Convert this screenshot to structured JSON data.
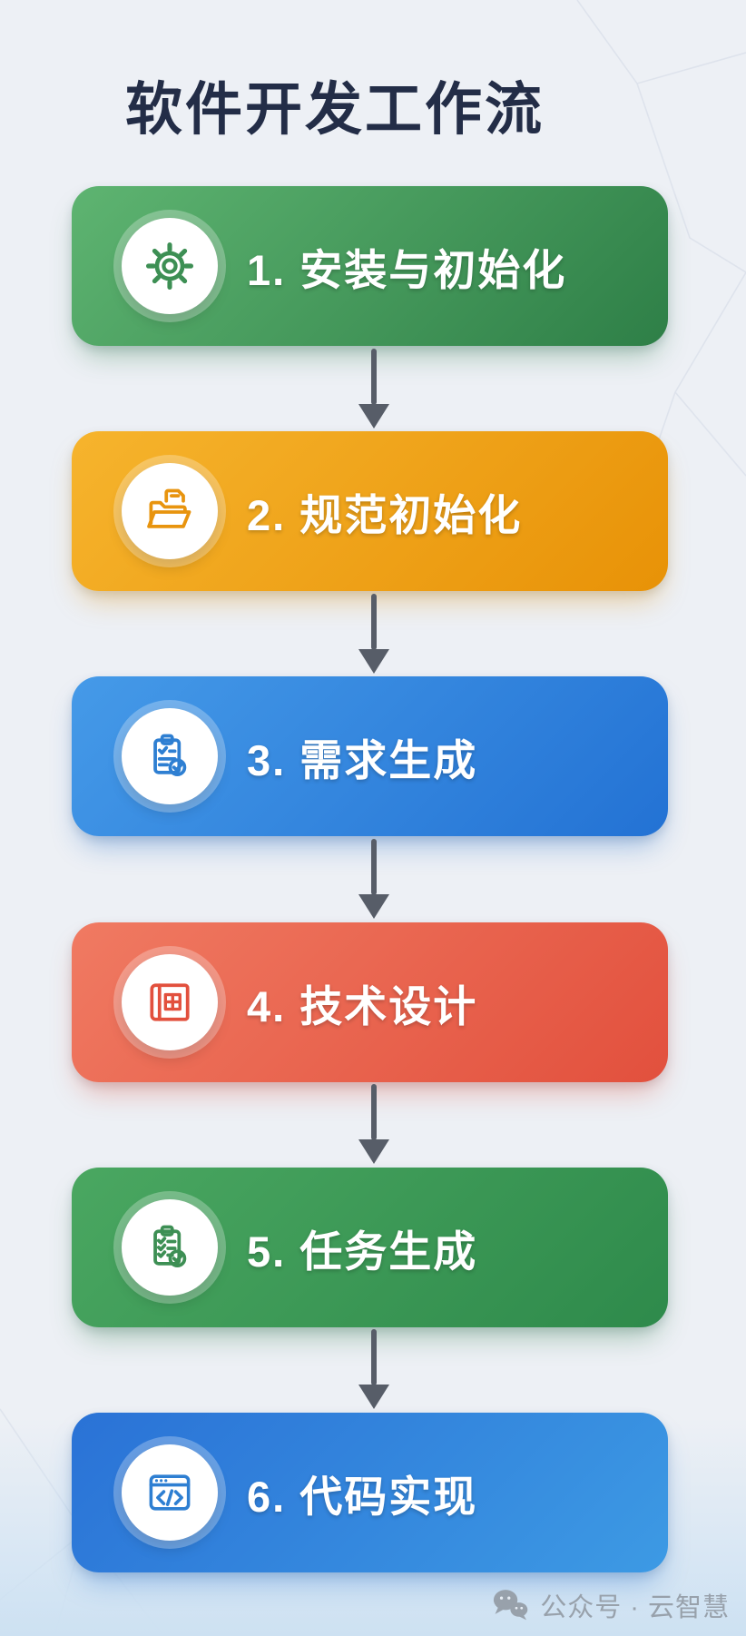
{
  "page": {
    "title": "软件开发工作流",
    "title_color": "#232d47",
    "background_color": "#edf0f5",
    "arrow_color": "#575d68"
  },
  "cards": [
    {
      "number": "1",
      "label": "1. 安装与初始化",
      "icon": "gear-icon",
      "colors": {
        "from": "#5eb471",
        "to": "#2e7f47",
        "icon": "#3d8f54",
        "shadow": "rgba(52,130,80,0.38)"
      }
    },
    {
      "number": "2",
      "label": "2. 规范初始化",
      "icon": "open-folder-icon",
      "colors": {
        "from": "#f6b42d",
        "to": "#e89207",
        "icon": "#e8940e",
        "shadow": "rgba(222,146,20,0.38)"
      }
    },
    {
      "number": "3",
      "label": "3. 需求生成",
      "icon": "clipboard-check-icon",
      "colors": {
        "from": "#459ae8",
        "to": "#2372d4",
        "icon": "#2e7fd2",
        "shadow": "rgba(38,110,200,0.38)"
      }
    },
    {
      "number": "4",
      "label": "4. 技术设计",
      "icon": "blueprint-icon",
      "colors": {
        "from": "#f07a62",
        "to": "#e2503d",
        "icon": "#e2503d",
        "shadow": "rgba(220,85,65,0.38)"
      }
    },
    {
      "number": "5",
      "label": "5. 任务生成",
      "icon": "task-list-icon",
      "colors": {
        "from": "#4aa761",
        "to": "#2e8a4b",
        "icon": "#3d8f54",
        "shadow": "rgba(52,130,80,0.38)"
      }
    },
    {
      "number": "6",
      "label": "6. 代码实现",
      "icon": "code-window-icon",
      "colors": {
        "from": "#2a72d6",
        "to": "#3d9ae4",
        "icon": "#2e7fd2",
        "shadow": "rgba(42,118,210,0.38)"
      }
    }
  ],
  "watermark": {
    "icon": "wechat-icon",
    "label": "公众号 · 云智慧",
    "color": "#98a1ab"
  }
}
